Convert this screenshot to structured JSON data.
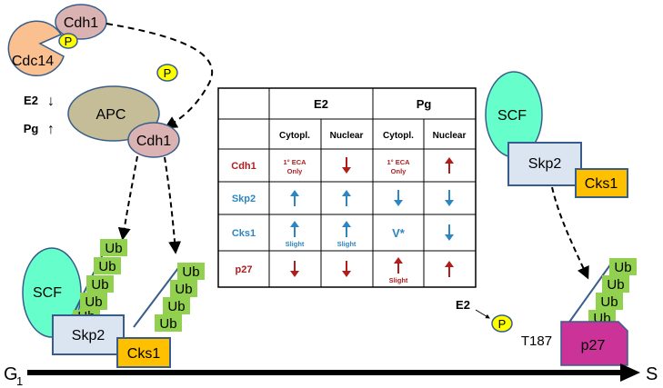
{
  "proteins": {
    "cdh1": "Cdh1",
    "cdc14": "Cdc14",
    "apc": "APC",
    "scf": "SCF",
    "skp2": "Skp2",
    "cks1": "Cks1",
    "p27": "p27",
    "p": "P",
    "ub": "Ub"
  },
  "hormones": {
    "e2": "E2",
    "pg": "Pg",
    "e2_down": "↓",
    "pg_up": "↑"
  },
  "site": "T187",
  "timeline": {
    "start": "G",
    "start_sub": "1",
    "end": "S"
  },
  "table": {
    "groups": [
      "E2",
      "Pg"
    ],
    "subheaders": [
      "Cytopl.",
      "Nuclear",
      "Cytopl.",
      "Nuclear"
    ],
    "rows": [
      {
        "label": "Cdh1",
        "color": "#b01d1d",
        "cells": [
          {
            "text": "1° ECA",
            "text2": "Only",
            "color": "#b01d1d"
          },
          {
            "arrow": "down",
            "color": "#b01d1d"
          },
          {
            "text": "1° ECA",
            "text2": "Only",
            "color": "#b01d1d"
          },
          {
            "arrow": "up",
            "color": "#b01d1d"
          }
        ]
      },
      {
        "label": "Skp2",
        "color": "#2e86c1",
        "cells": [
          {
            "arrow": "up",
            "color": "#2e86c1"
          },
          {
            "arrow": "up",
            "color": "#2e86c1"
          },
          {
            "arrow": "down",
            "color": "#2e86c1"
          },
          {
            "arrow": "down",
            "color": "#2e86c1"
          }
        ]
      },
      {
        "label": "Cks1",
        "color": "#2e86c1",
        "cells": [
          {
            "arrow": "up",
            "note": "Slight",
            "color": "#2e86c1"
          },
          {
            "arrow": "up",
            "note": "Slight",
            "color": "#2e86c1"
          },
          {
            "text": "V*",
            "color": "#2e86c1"
          },
          {
            "arrow": "down",
            "color": "#2e86c1"
          }
        ]
      },
      {
        "label": "p27",
        "color": "#b01d1d",
        "cells": [
          {
            "arrow": "down",
            "color": "#b01d1d"
          },
          {
            "arrow": "down",
            "color": "#b01d1d"
          },
          {
            "arrow": "up",
            "note": "Slight",
            "color": "#b01d1d"
          },
          {
            "arrow": "up",
            "color": "#b01d1d"
          }
        ]
      }
    ]
  },
  "colors": {
    "cdh1": "#dbb2b2",
    "cdc14": "#fac090",
    "phospho": "#ffff00",
    "apc": "#c4bd97",
    "scf": "#66ffcc",
    "skp2": "#dbe5f1",
    "cks1": "#ffc000",
    "ub": "#92d050",
    "p27": "#cc3399",
    "outline": "#385d8a"
  }
}
